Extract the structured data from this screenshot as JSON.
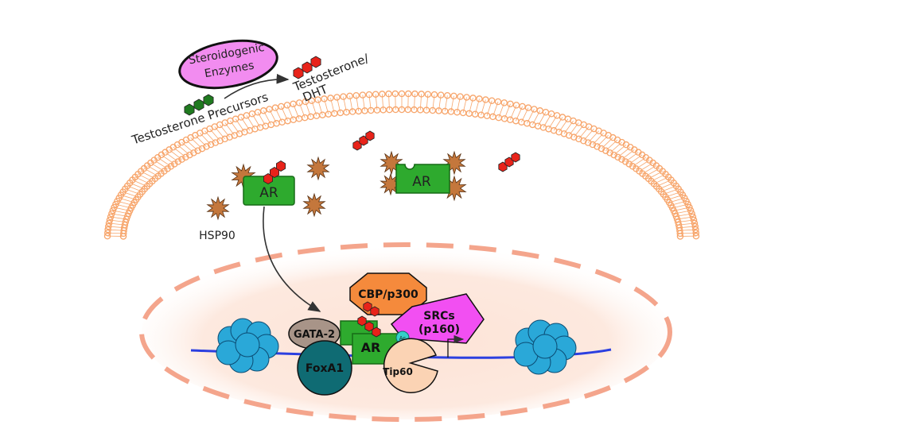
{
  "labels": {
    "steroidogenic_enzymes_line1": "Steroidogenic",
    "steroidogenic_enzymes_line2": "Enzymes",
    "testosterone_dht_line1": "Testosterone/",
    "testosterone_dht_line2": "DHT",
    "testosterone_precursors": "Testosterone Precursors",
    "ar_cytoplasm_left": "AR",
    "ar_cytoplasm_right": "AR",
    "hsp90": "HSP90",
    "cbp_p300": "CBP/p300",
    "srcs_line1": "SRCs",
    "srcs_line2": "(p160)",
    "gata2": "GATA-2",
    "ar_nucleus": "AR",
    "acetyl": "Ac",
    "foxa1": "FoxA1",
    "tip60": "Tip60"
  },
  "colors": {
    "enzyme_fill": "#f28cf0",
    "precursor_green": "#1f7a1f",
    "steroid_red": "#e8231a",
    "ar_green": "#2eaa2e",
    "hsp90_brown": "#c4773c",
    "membrane_orange": "#f7a56b",
    "nucleus_dash": "#f4a58c",
    "cbp_orange": "#f58a3c",
    "srcs_magenta": "#f24ff2",
    "gata2_taupe": "#a89488",
    "foxa1_teal": "#0f6b73",
    "tip60_peach": "#fbd3b4",
    "acetyl_cyan": "#35d0c8",
    "nucleosome_blue": "#2aa8d8",
    "dna_blue": "#2b3fe0"
  }
}
